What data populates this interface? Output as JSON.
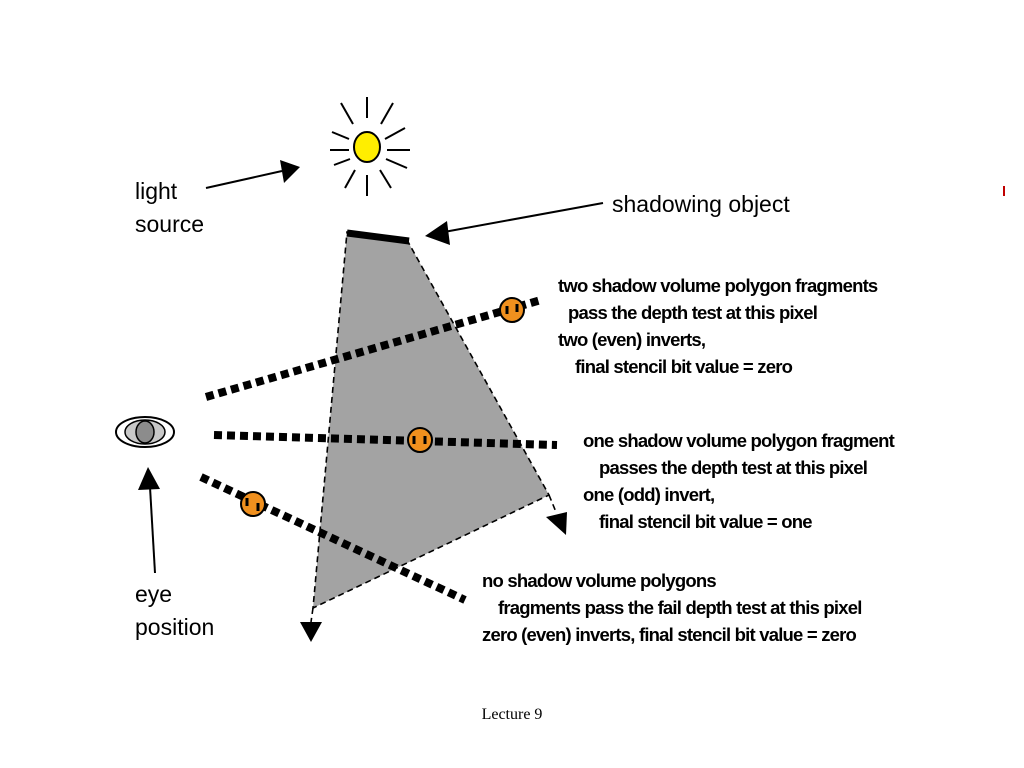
{
  "labels": {
    "light_source": [
      "light",
      "source"
    ],
    "shadowing_object": "shadowing object",
    "eye_position": [
      "eye",
      "position"
    ]
  },
  "notes": {
    "ray_top": [
      "two shadow volume polygon fragments",
      "pass the depth test at this pixel",
      "two (even) inverts,",
      "final stencil bit value = zero"
    ],
    "ray_middle": [
      "one shadow volume polygon fragment",
      "passes the depth test at this pixel",
      "one (odd) invert,",
      "final stencil bit value = one"
    ],
    "ray_bottom": [
      "no shadow volume polygons",
      "fragments pass the fail depth test at this pixel",
      "zero (even) inverts, final stencil bit value = zero"
    ]
  },
  "footer": "Lecture 9",
  "colors": {
    "shadow_volume": "#a3a3a3",
    "sun": "#ffee00",
    "fragment": "#f0901e",
    "ray": "#000000",
    "edge_mark": "#c00000"
  }
}
